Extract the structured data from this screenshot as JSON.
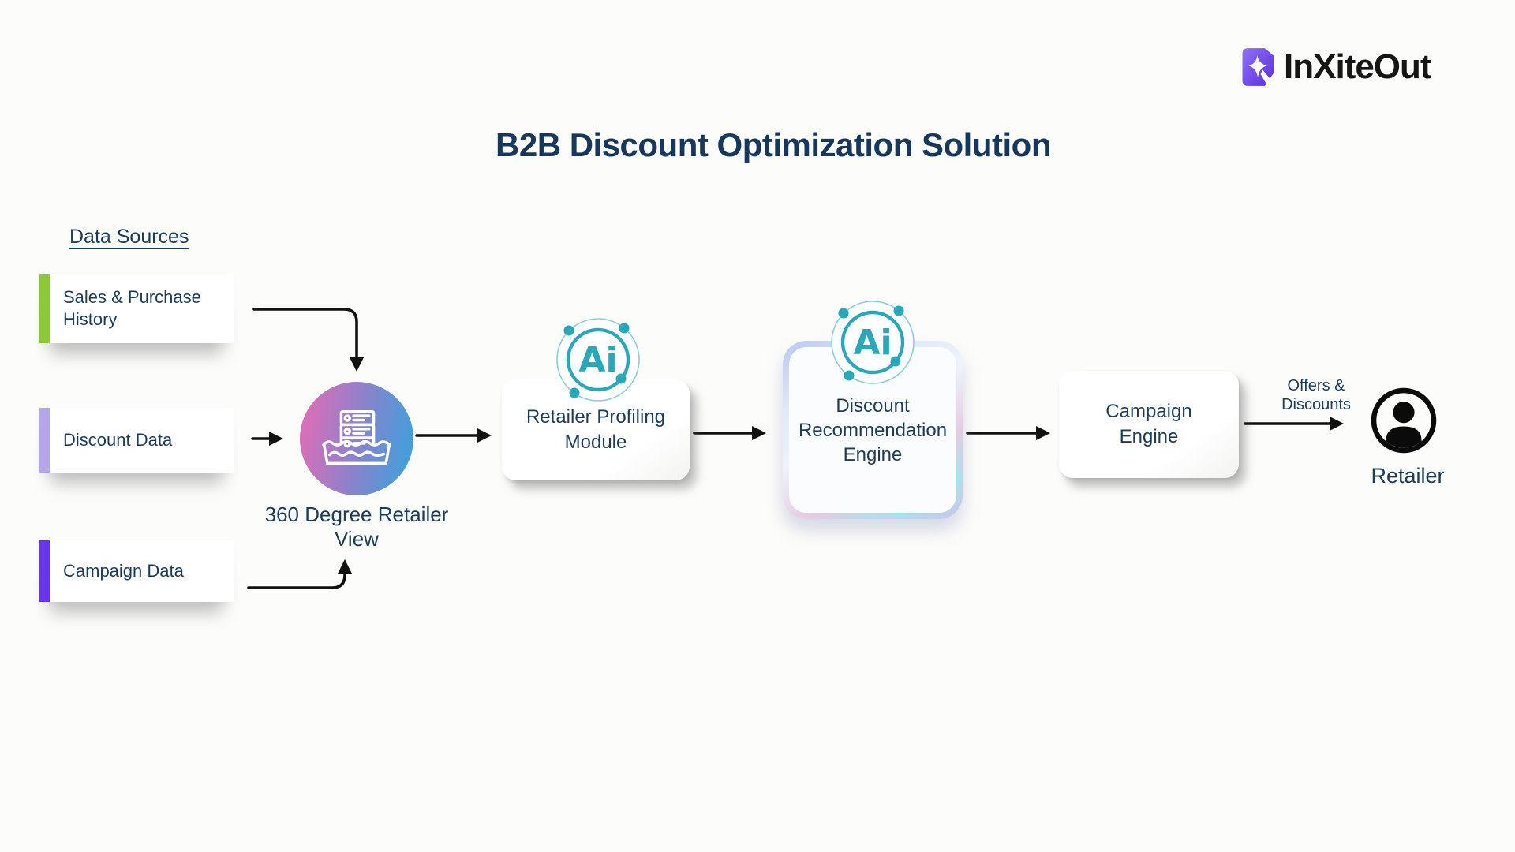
{
  "logo": {
    "name": "InXiteOut"
  },
  "title": "B2B Discount Optimization Solution",
  "data_sources": {
    "heading": "Data Sources",
    "items": [
      {
        "label": "Sales & Purchase History",
        "accent": "#8DC63F"
      },
      {
        "label": "Discount Data",
        "accent": "#B4A6E9"
      },
      {
        "label": "Campaign Data",
        "accent": "#6A34E8"
      }
    ]
  },
  "hub": {
    "label": "360 Degree Retailer View",
    "icon": "data-lake-icon",
    "gradient_from": "#E56CB5",
    "gradient_to": "#38A3DC"
  },
  "modules": [
    {
      "label": "Retailer Profiling Module",
      "ai_badge": "Ai"
    },
    {
      "label": "Discount Recommendation Engine",
      "ai_badge": "Ai"
    },
    {
      "label": "Campaign Engine"
    }
  ],
  "output": {
    "flow_label": "Offers & Discounts",
    "recipient": "Retailer",
    "icon": "person-icon"
  },
  "colors": {
    "text": "#1E3C55",
    "title": "#17375C",
    "ai_teal": "#2AA7B8",
    "arrow": "#111111",
    "logo_purple": "#6D3BEE",
    "background": "#FCFCFA"
  }
}
